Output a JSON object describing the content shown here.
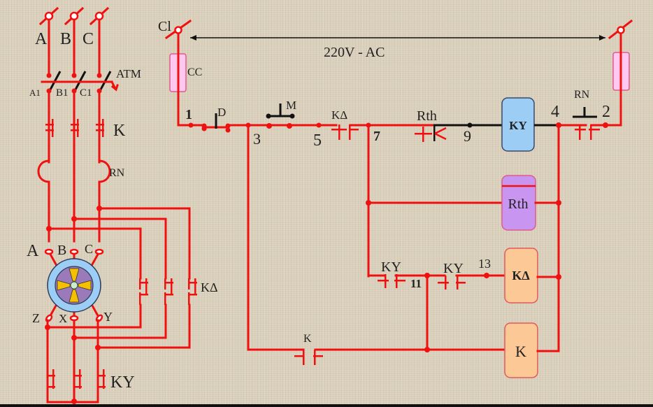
{
  "title": "Star-Delta Motor Starter Wiring Diagram",
  "power_circuit": {
    "phases": [
      "A",
      "B",
      "C"
    ],
    "breaker": {
      "label": "ATM",
      "outputs": [
        "A1",
        "B1",
        "C1"
      ]
    },
    "main_contactor": "K",
    "thermal_relay": "RN",
    "motor_terminals_top": [
      "A",
      "B",
      "C"
    ],
    "motor_terminals_bottom": [
      "Z",
      "X",
      "Y"
    ],
    "delta_contactor": "KΔ",
    "star_contactor": "KY"
  },
  "control_circuit": {
    "supply_label": "220V - AC",
    "left_terminal": "Cl",
    "fuse_label": "CC",
    "stop_button": "D",
    "start_button": "M",
    "nodes": [
      "1",
      "3",
      "5",
      "7",
      "9",
      "4",
      "2",
      "11",
      "13"
    ],
    "contacts": {
      "k_delta_nc": "KΔ",
      "rth_timer": "Rth",
      "rn_contact": "RN",
      "ky_contact_1": "KY",
      "ky_contact_2": "KY",
      "k_hold": "K"
    },
    "coils": [
      {
        "label": "KY",
        "color": "#9ccdf5"
      },
      {
        "label": "Rth",
        "color": "#c896f0"
      },
      {
        "label": "KΔ",
        "color": "#fcc896"
      },
      {
        "label": "K",
        "color": "#fcc896"
      }
    ]
  },
  "colors": {
    "wire": "#f01010",
    "wire_energized_black": "#111111",
    "fuse_fill": "#ffc8f0",
    "background": "#d9cfbb"
  }
}
